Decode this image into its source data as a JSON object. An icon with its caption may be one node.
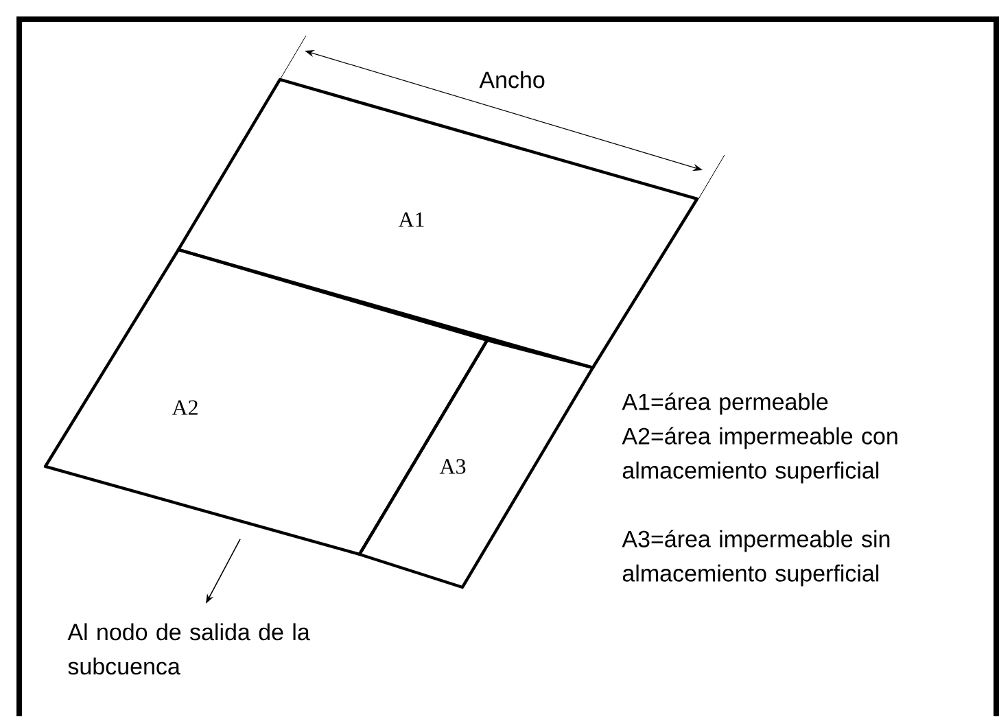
{
  "diagram": {
    "nodes": [
      {
        "text": [
          "A1"
        ]
      },
      {
        "text": [
          "A2"
        ]
      },
      {
        "text": [
          "A3"
        ]
      },
      {
        "text": [
          "Al nodo de salida de la subcuenca"
        ]
      }
    ],
    "edges": [
      {
        "from": null,
        "to": 3,
        "arrow": "to"
      }
    ],
    "labels": [
      "Ancho",
      "A1=área permeable",
      "A2=área impermeable con almacemiento superficial",
      "A3=área impermeable sin almacemiento superficial"
    ]
  }
}
